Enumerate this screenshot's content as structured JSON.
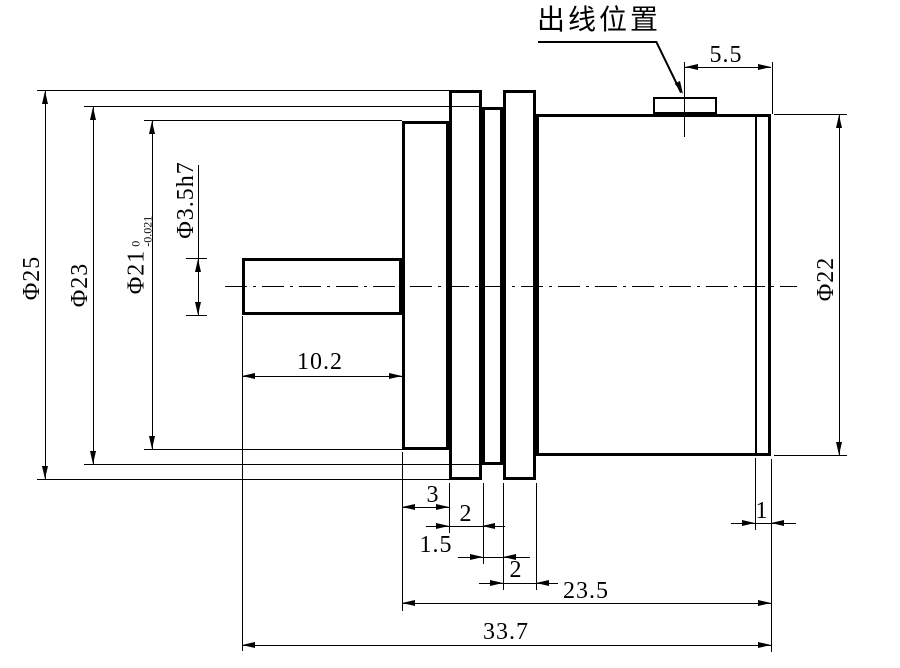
{
  "callout": {
    "label": "出线位置"
  },
  "dims": {
    "phi25": "Φ25",
    "phi23": "Φ23",
    "phi21": "Φ21",
    "phi21_tol_top": "0",
    "phi21_tol_bottom": "-0.021",
    "phi3_5h7": "Φ3.5h7",
    "phi22": "Φ22",
    "top_5_5": "5.5",
    "shaft_len_10_2": "10.2",
    "front_w_3": "3",
    "flange_w_2": "2",
    "neck_w_1_5": "1.5",
    "rear_flange_w_2": "2",
    "body_len_23_5": "23.5",
    "total_len_33_7": "33.7",
    "groove_1": "1"
  },
  "colors": {
    "line": "#000000",
    "background": "#ffffff"
  }
}
